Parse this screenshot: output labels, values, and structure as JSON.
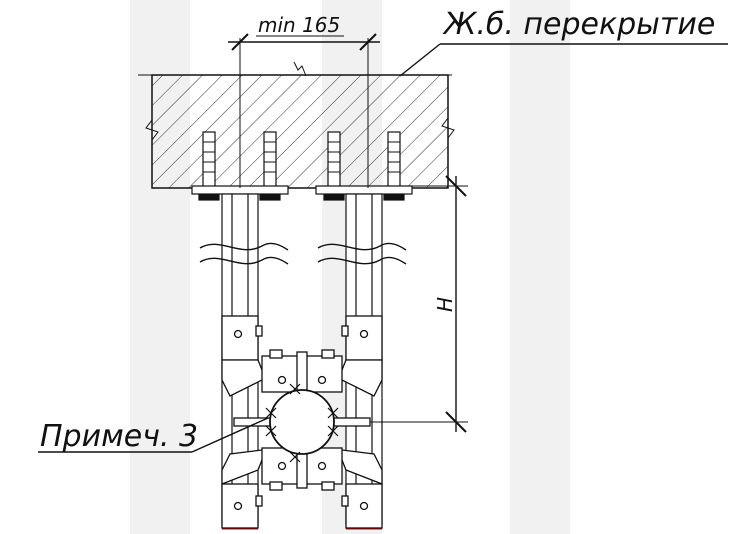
{
  "drawing": {
    "slab_label": "Ж.б. перекрытие",
    "dimension_min": "min 165",
    "dimension_height": "H",
    "note_label": "Примеч. 3"
  },
  "colors": {
    "line": "#111111",
    "steel_fill": "#ffffff",
    "concrete_hatch": "#222222",
    "background_band": "#f2f2f2",
    "cut_edge": "#d40000"
  }
}
